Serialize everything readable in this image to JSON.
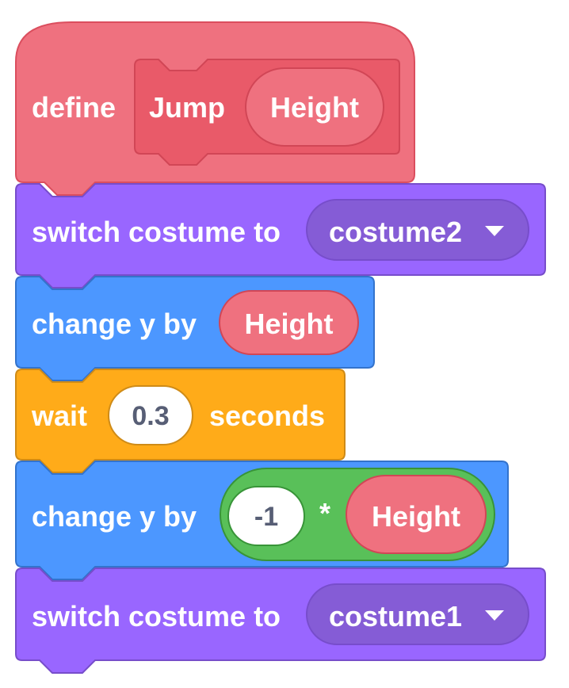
{
  "define_block": {
    "keyword": "define",
    "name": "Jump",
    "param": "Height"
  },
  "blocks": [
    {
      "label": "switch costume to",
      "dropdown": "costume2"
    },
    {
      "label": "change y by",
      "reporter": "Height"
    },
    {
      "label_before": "wait",
      "value": "0.3",
      "label_after": "seconds"
    },
    {
      "label": "change y by",
      "left": "-1",
      "operator": "*",
      "right": "Height"
    },
    {
      "label": "switch costume to",
      "dropdown": "costume1"
    }
  ],
  "colors": {
    "define": "#EF717F",
    "define_proto": "#E95A69",
    "looks": "#9966FF",
    "looks_dropdown": "#855CD6",
    "motion": "#4C97FF",
    "control": "#FFAB19",
    "operators": "#59C059",
    "reporter": "#EF717F"
  },
  "icons": {
    "dropdown_arrow": "caret-down-icon"
  }
}
